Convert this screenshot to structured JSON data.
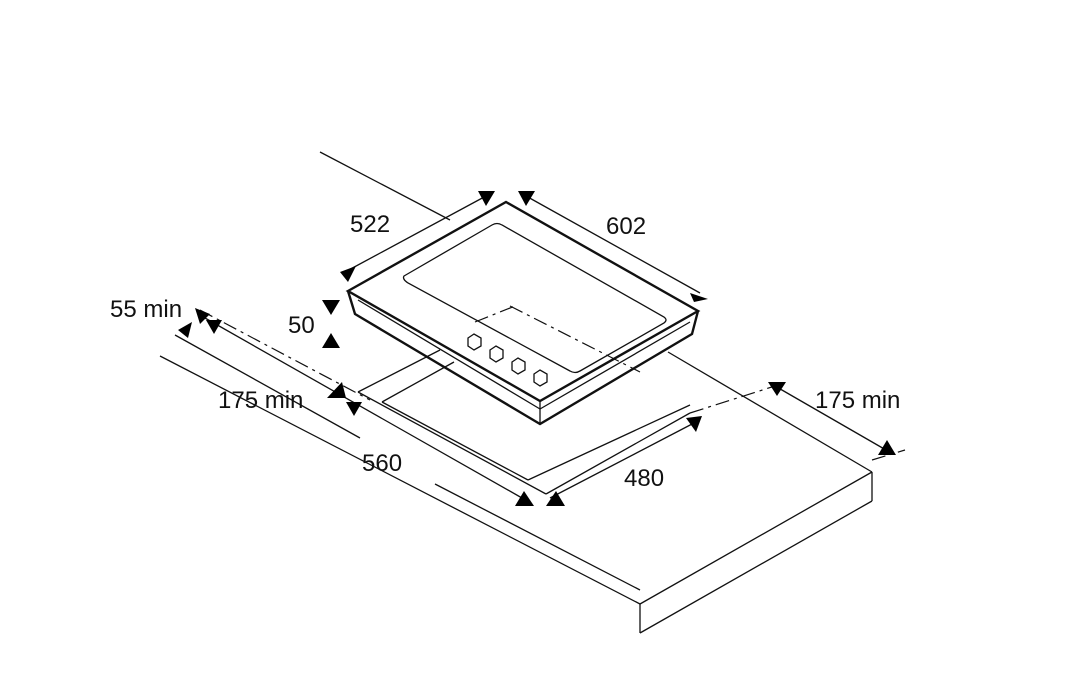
{
  "diagram": {
    "dimensions": {
      "hob_depth": "522",
      "hob_width": "602",
      "hob_height": "50",
      "front_clearance": "55 min",
      "side_clearance_left": "175 min",
      "side_clearance_right": "175 min",
      "cutout_width": "560",
      "cutout_depth": "480"
    },
    "control_knob_count": 4,
    "colors": {
      "line": "#111111",
      "background": "#ffffff"
    }
  }
}
